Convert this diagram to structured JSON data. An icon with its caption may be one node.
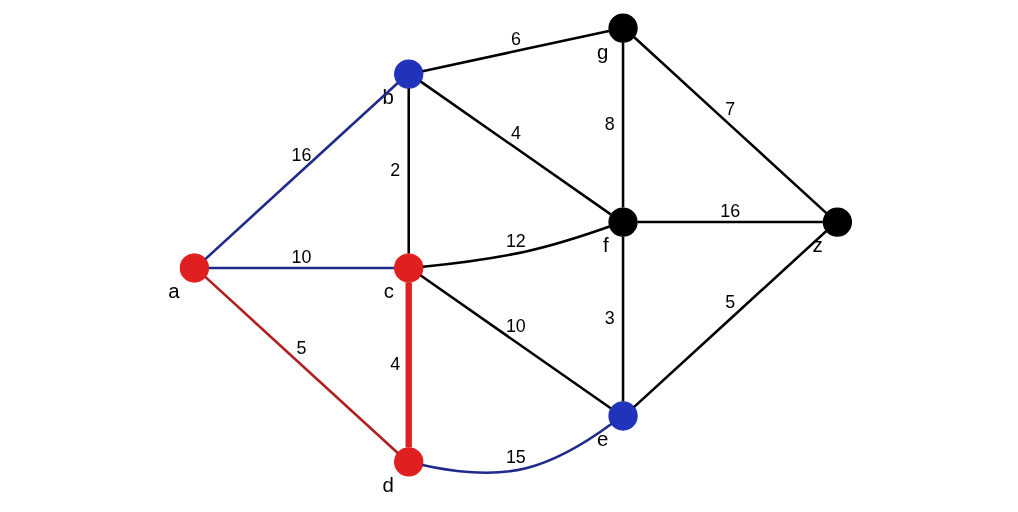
{
  "diagram": {
    "nodes": [
      {
        "text": [
          "a"
        ]
      },
      {
        "text": [
          "b"
        ]
      },
      {
        "text": [
          "c"
        ]
      },
      {
        "text": [
          "d"
        ]
      },
      {
        "text": [
          "e"
        ]
      },
      {
        "text": [
          "f"
        ]
      },
      {
        "text": [
          "g"
        ]
      },
      {
        "text": [
          "z"
        ]
      }
    ],
    "edges": [
      {
        "from": 0,
        "to": 1,
        "arrow": "none",
        "label": "16",
        "color": "#1f2a8a"
      },
      {
        "from": 0,
        "to": 2,
        "arrow": "none",
        "label": "10",
        "color": "#1f2a8a"
      },
      {
        "from": 0,
        "to": 3,
        "arrow": "none",
        "label": "5",
        "color": "#b02020"
      },
      {
        "from": 1,
        "to": 2,
        "arrow": "none",
        "label": "2"
      },
      {
        "from": 1,
        "to": 6,
        "arrow": "none",
        "label": "6"
      },
      {
        "from": 1,
        "to": 5,
        "arrow": "none",
        "label": "4"
      },
      {
        "from": 2,
        "to": 5,
        "arrow": "none",
        "label": "12"
      },
      {
        "from": 2,
        "to": 3,
        "arrow": "none",
        "label": "4",
        "style": "thick",
        "color": "#e02020"
      },
      {
        "from": 2,
        "to": 4,
        "arrow": "none",
        "label": "10"
      },
      {
        "from": 3,
        "to": 4,
        "arrow": "none",
        "label": "15",
        "color": "#1f2a8a"
      },
      {
        "from": 6,
        "to": 5,
        "arrow": "none",
        "label": "8"
      },
      {
        "from": 6,
        "to": 7,
        "arrow": "none",
        "label": "7"
      },
      {
        "from": 5,
        "to": 7,
        "arrow": "none",
        "label": "16"
      },
      {
        "from": 5,
        "to": 4,
        "arrow": "none",
        "label": "3"
      },
      {
        "from": 4,
        "to": 7,
        "arrow": "none",
        "label": "5"
      }
    ]
  }
}
